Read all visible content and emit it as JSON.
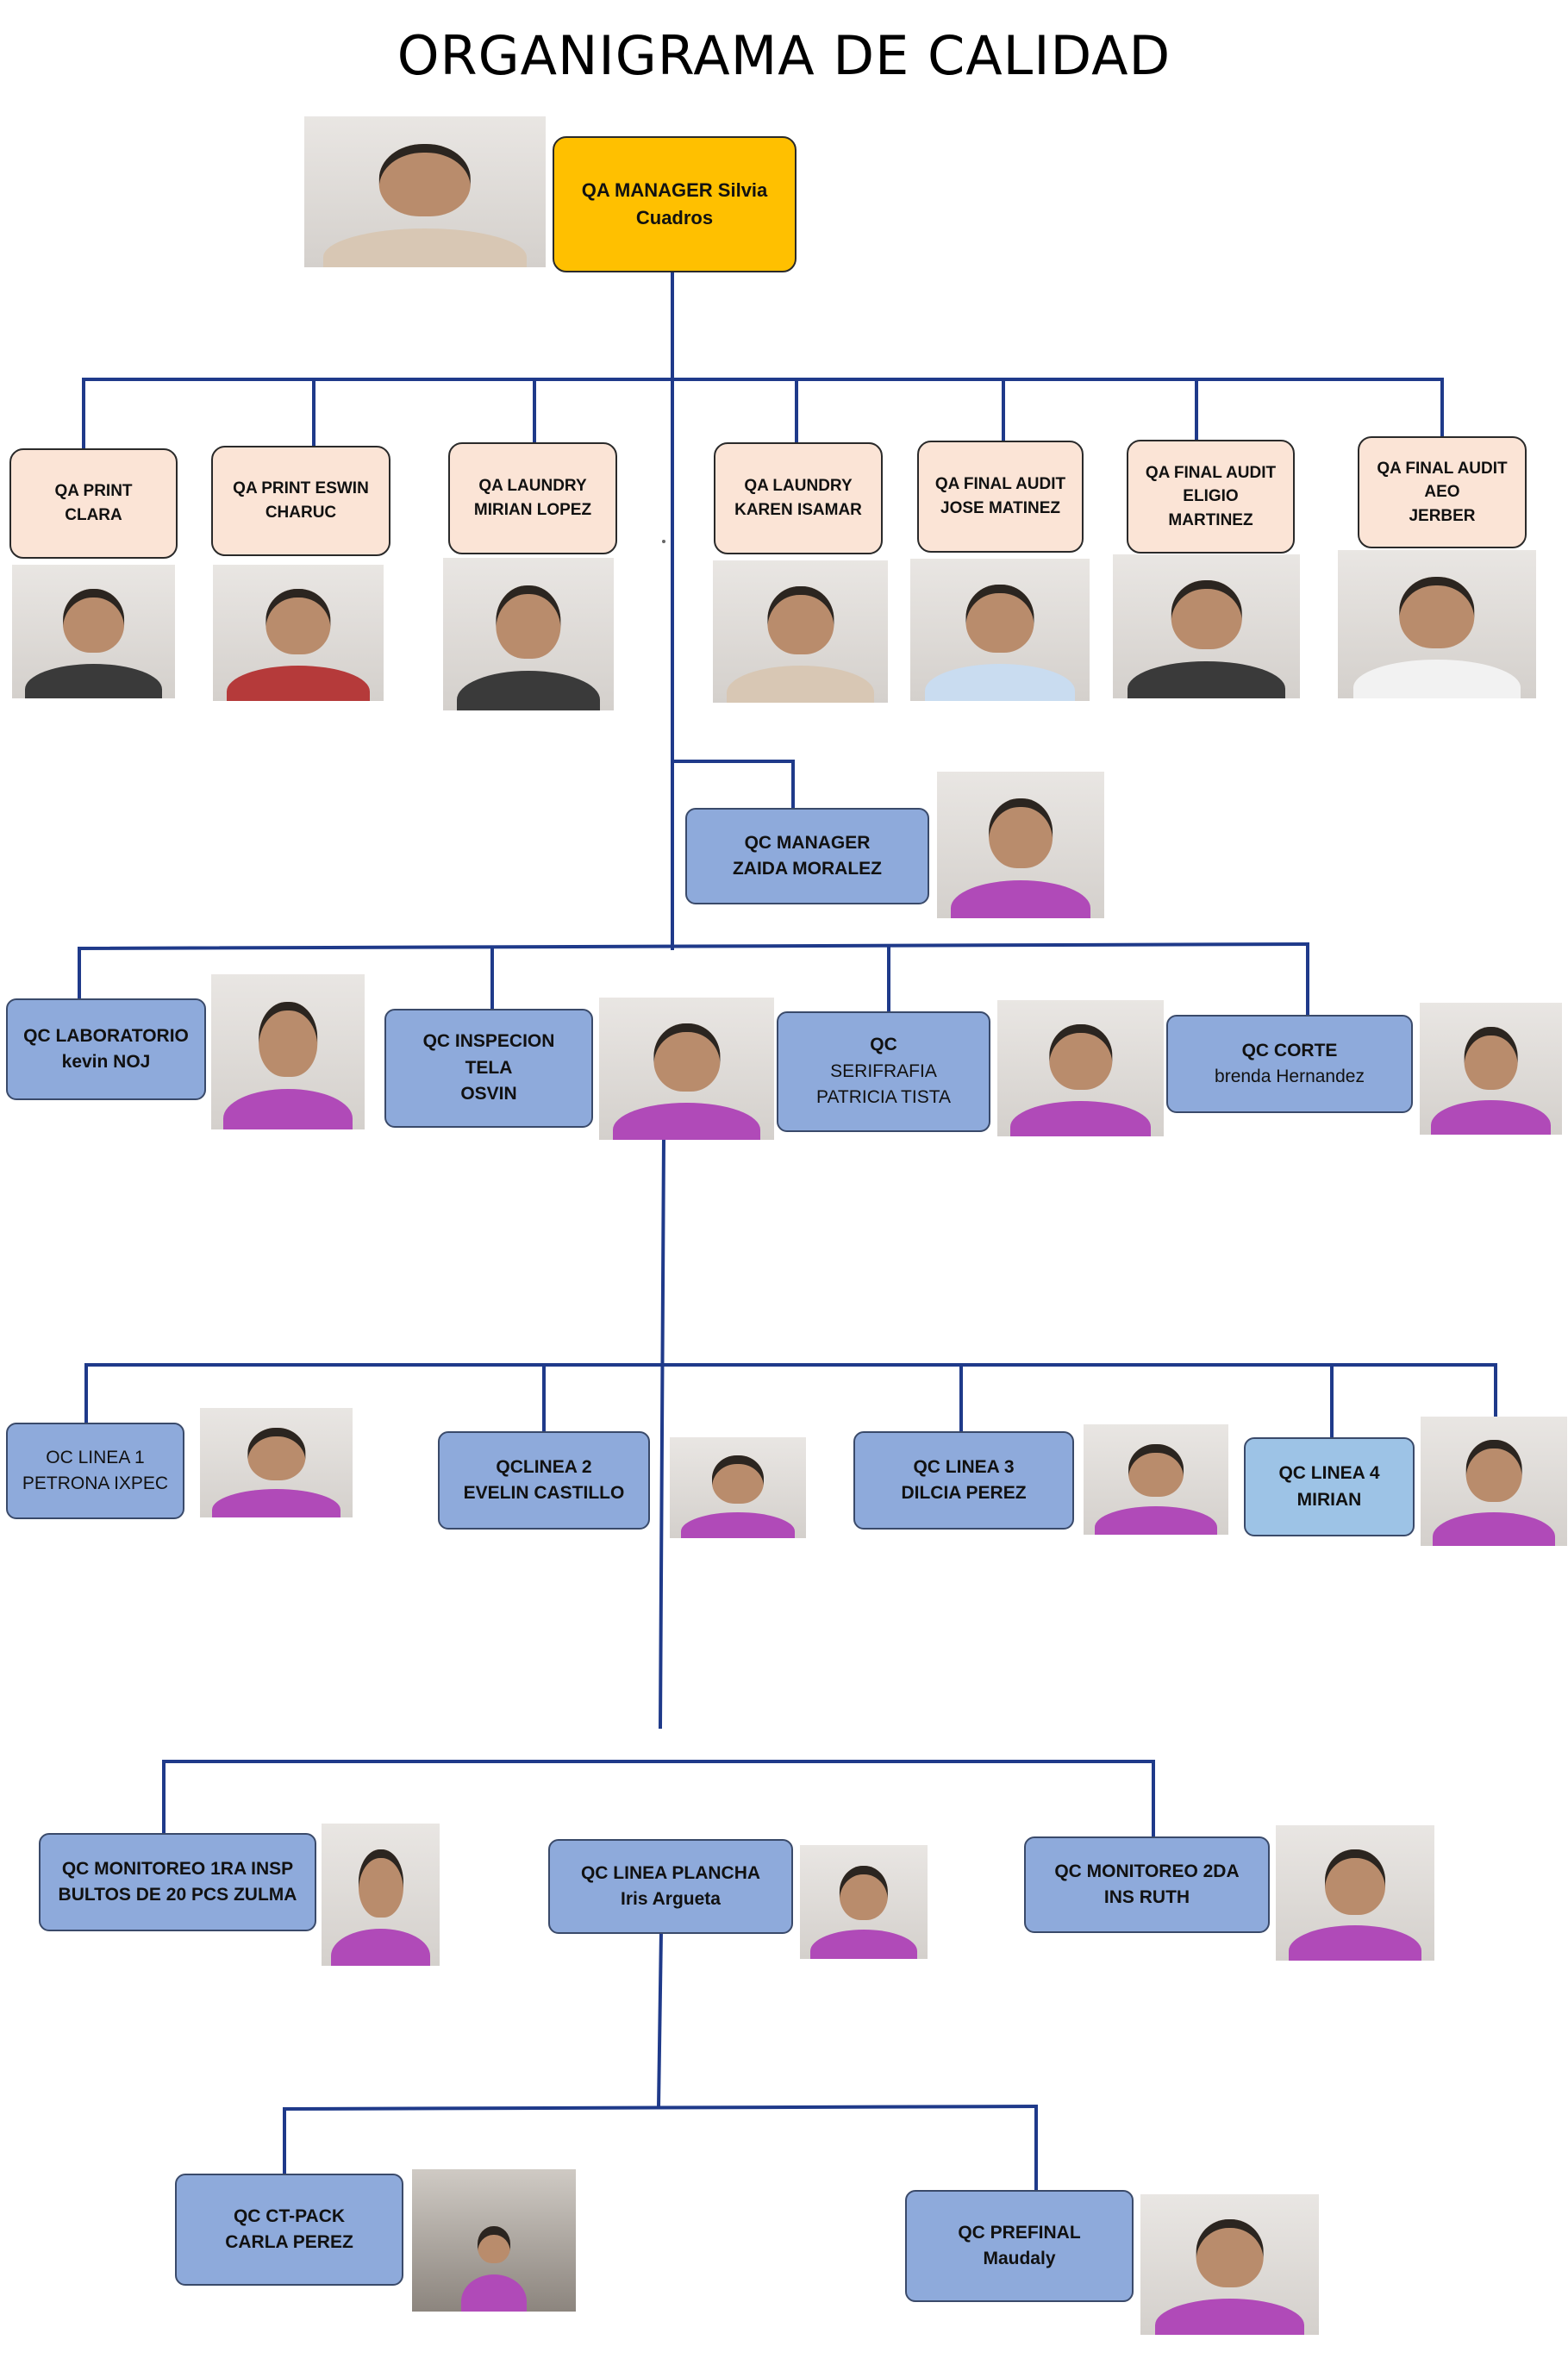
{
  "title": "ORGANIGRAMA DE CALIDAD",
  "colors": {
    "manager": "#ffc000",
    "qa_box": "#fbe4d6",
    "qc_box": "#8eaadb",
    "qc_box_light": "#9dc3e6",
    "connector": "#1f3a8a"
  },
  "nodes": {
    "qa_manager": [
      "QA MANAGER  Silvia",
      "Cuadros"
    ],
    "qa_print_clara": [
      "QA PRINT",
      "CLARA"
    ],
    "qa_print_eswin": [
      "QA  PRINT ESWIN",
      "CHARUC"
    ],
    "qa_laundry_mirian": [
      "QA LAUNDRY",
      "MIRIAN LOPEZ"
    ],
    "qa_laundry_karen": [
      "QA LAUNDRY",
      "KAREN ISAMAR"
    ],
    "qa_final_jose": [
      "QA FINAL AUDIT",
      "JOSE MATINEZ"
    ],
    "qa_final_eligio": [
      "QA FINAL AUDIT",
      "ELIGIO",
      "MARTINEZ"
    ],
    "qa_final_aeo": [
      "QA FINAL AUDIT",
      "AEO",
      "JERBER"
    ],
    "qc_manager": [
      "QC MANAGER",
      "ZAIDA MORALEZ"
    ],
    "qc_laboratorio": [
      "QC LABORATORIO",
      "kevin   NOJ"
    ],
    "qc_inspecion": [
      "QC  INSPECION",
      "TELA",
      "OSVIN"
    ],
    "qc_serifrafia": [
      "QC",
      "SERIFRAFIA",
      "PATRICIA TISTA"
    ],
    "qc_corte": [
      "QC CORTE",
      "brenda Hernandez"
    ],
    "oc_linea1": [
      "OC LINEA 1",
      "PETRONA IXPEC"
    ],
    "qc_linea2": [
      "QCLINEA 2",
      "EVELIN CASTILLO"
    ],
    "qc_linea3": [
      "QC LINEA 3",
      "DILCIA PEREZ"
    ],
    "qc_linea4": [
      "QC LINEA 4",
      "MIRIAN"
    ],
    "qc_monitoreo1": [
      "QC MONITOREO 1RA INSP",
      "BULTOS DE 20 PCS ZULMA"
    ],
    "qc_plancha": [
      "QC LINEA  PLANCHA",
      "Iris Argueta"
    ],
    "qc_monitoreo2": [
      "QC MONITOREO 2DA",
      "INS RUTH"
    ],
    "qc_ctpack": [
      "QC  CT-PACK",
      "CARLA PEREZ"
    ],
    "qc_prefinal": [
      "QC PREFINAL",
      "Maudaly"
    ]
  }
}
